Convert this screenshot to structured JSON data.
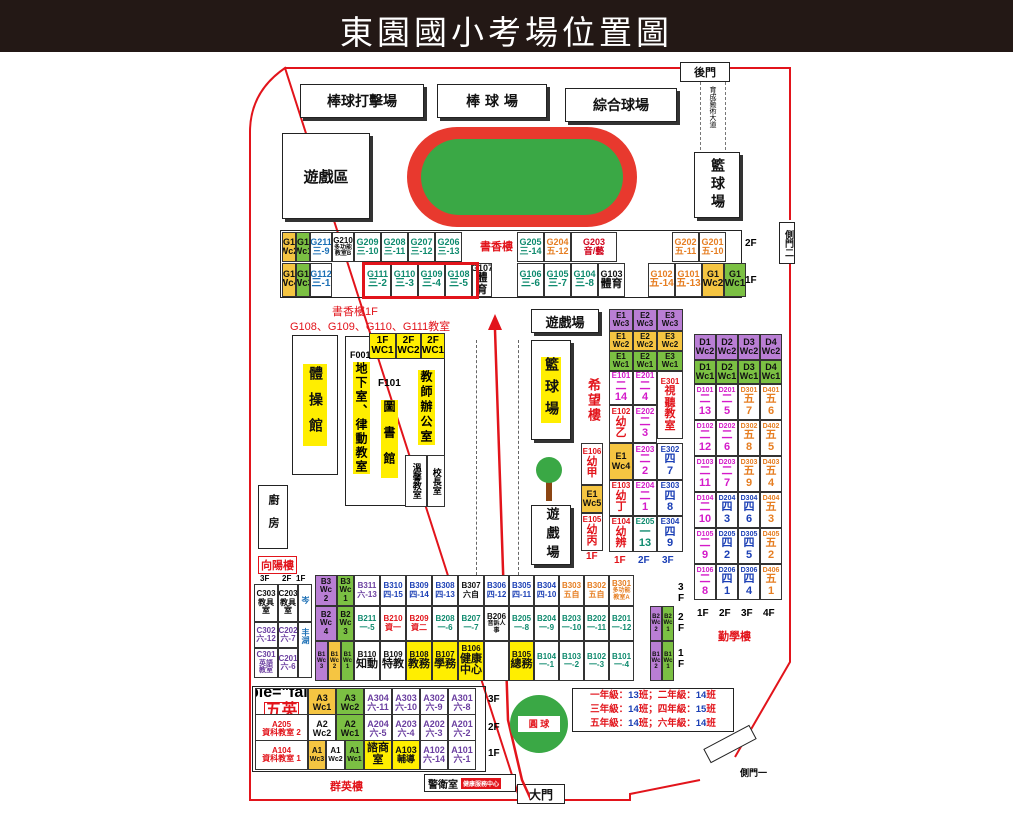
{
  "title": "東園國小考場位置圖",
  "gates": {
    "back": "後門",
    "side2": "側門二",
    "side1": "側門一",
    "main": "大門",
    "side2_v": "側\n門\n二"
  },
  "road": "育成藝術大道",
  "sports": {
    "baseball_hit": "棒球打擊場",
    "baseball": "棒 球 場",
    "multi_court": "綜合球場",
    "play_zone": "遊戲區",
    "basketball": "籃球場",
    "play_field": "遊戲場",
    "basketball2": "籃球場",
    "play_field2": "遊戲場",
    "ball_court": "圓 球"
  },
  "buildings": {
    "shuxiang": "書香樓",
    "xiangyang": "向陽樓",
    "qunying": "群英樓",
    "dongxue": "勤學樓",
    "xiwang": "希望樓",
    "gym": "體操館",
    "kitchen": "廚房",
    "guard": "警衛室",
    "guard_sub": "健康服務中心"
  },
  "note": {
    "line1": "書香樓1F",
    "line2": "G108、G109、G110、G111教室"
  },
  "g_2f": [
    {
      "c": "G1",
      "l": "Wc2",
      "bg": "#f5c542"
    },
    {
      "c": "G1",
      "l": "Wc1",
      "bg": "#7bc043"
    },
    {
      "c": "G211",
      "l": "三-9",
      "col": "#1b6fb5"
    },
    {
      "c": "G210",
      "l": "多功能教室B",
      "col": "#111"
    },
    {
      "c": "G209",
      "l": "三-10",
      "col": "#0e8a6e"
    },
    {
      "c": "G208",
      "l": "三-11",
      "col": "#0e8a6e"
    },
    {
      "c": "G207",
      "l": "三-12",
      "col": "#0e8a6e"
    },
    {
      "c": "G206",
      "l": "三-13",
      "col": "#0e8a6e"
    },
    {
      "c": "G205",
      "l": "三-14",
      "col": "#0e8a6e"
    },
    {
      "c": "G204",
      "l": "五-12",
      "col": "#e67e22"
    },
    {
      "c": "G203",
      "l": "音/藝",
      "col": "#d0021b"
    },
    {
      "c": "G202",
      "l": "五-11",
      "col": "#e67e22"
    },
    {
      "c": "G201",
      "l": "五-10",
      "col": "#e67e22"
    }
  ],
  "g_1f": [
    {
      "c": "G1",
      "l": "Wc4",
      "bg": "#f5c542"
    },
    {
      "c": "G1",
      "l": "Wc3",
      "bg": "#7bc043"
    },
    {
      "c": "G112",
      "l": "三-1",
      "col": "#1b6fb5"
    },
    {
      "c": "G111",
      "l": "三-2",
      "col": "#0e8a6e"
    },
    {
      "c": "G110",
      "l": "三-3",
      "col": "#0e8a6e"
    },
    {
      "c": "G109",
      "l": "三-4",
      "col": "#0e8a6e"
    },
    {
      "c": "G108",
      "l": "三-5",
      "col": "#0e8a6e"
    },
    {
      "c": "G107",
      "l": "體育",
      "col": "#111"
    },
    {
      "c": "G106",
      "l": "三-6",
      "col": "#0e8a6e"
    },
    {
      "c": "G105",
      "l": "三-7",
      "col": "#0e8a6e"
    },
    {
      "c": "G104",
      "l": "三-8",
      "col": "#0e8a6e"
    },
    {
      "c": "G103",
      "l": "體育",
      "col": "#111"
    },
    {
      "c": "G102",
      "l": "五-14",
      "col": "#e67e22"
    },
    {
      "c": "G101",
      "l": "五-13",
      "col": "#e67e22"
    },
    {
      "c": "G1",
      "l": "Wc2",
      "bg": "#f5c542"
    },
    {
      "c": "G1",
      "l": "Wc1",
      "bg": "#7bc043"
    }
  ],
  "floor_labels": {
    "f2": "2F",
    "f1": "1F",
    "f3": "3F"
  },
  "f_block": {
    "f001": "F001",
    "f001_v": "地下室、律動教室",
    "f101": "F101",
    "f101_v": "圖書館",
    "teacher": "教師辦公室",
    "piano": "溫馨教室",
    "principal": "校長室",
    "f1": "1F",
    "wc1": "WC1",
    "f2": "2F",
    "wc2": "WC2",
    "f2b": "2F",
    "wc1b": "WC1"
  },
  "stats": [
    {
      "a": "一年級：",
      "an": "13",
      "b": "班；二年級：",
      "bn": "14",
      "c": "班"
    },
    {
      "a": "三年級：",
      "an": "14",
      "b": "班；四年級：",
      "bn": "15",
      "c": "班"
    },
    {
      "a": "五年級：",
      "an": "14",
      "b": "班；六年級：",
      "bn": "14",
      "c": "班"
    }
  ]
}
